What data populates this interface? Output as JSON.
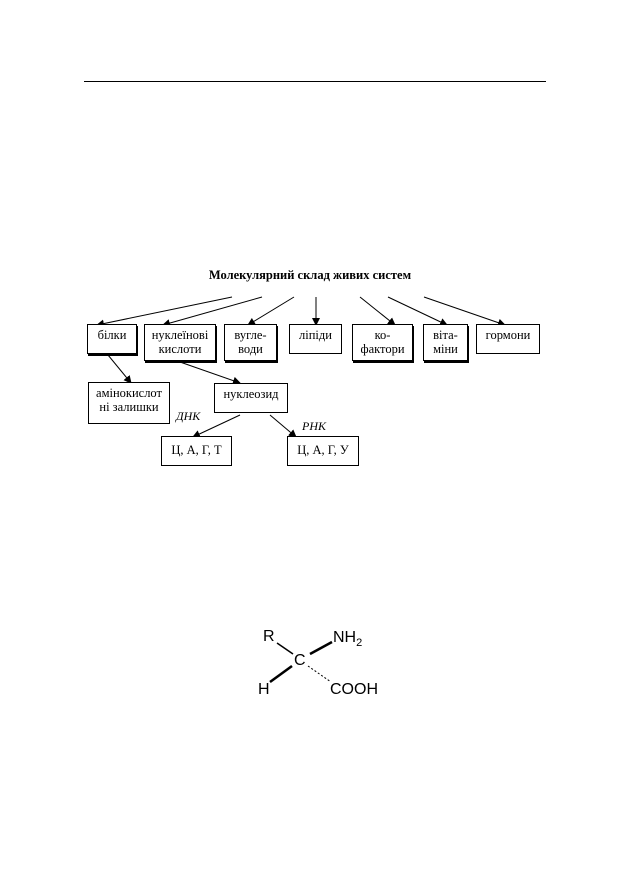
{
  "title": "Молекулярний склад живих систем",
  "categories": [
    {
      "key": "bilky",
      "label": "білки"
    },
    {
      "key": "nuclein",
      "label": "нуклеїнові кислоти"
    },
    {
      "key": "vugle",
      "label": "вугле-\nводи"
    },
    {
      "key": "lipidy",
      "label": "ліпіди"
    },
    {
      "key": "kofaktory",
      "label": "ко-\nфактори"
    },
    {
      "key": "vitaminy",
      "label": "віта-\nміни"
    },
    {
      "key": "hormony",
      "label": "гормони"
    }
  ],
  "sub": {
    "aminoacids": "амінокислот\nні залишки",
    "nucleoside": "нуклеозид",
    "dna_label": "ДНК",
    "rna_label": "РНК",
    "dna_bases": "Ц, А, Г, Т",
    "rna_bases": "Ц, А, Г, У"
  },
  "formula": {
    "r": "R",
    "c": "C",
    "h": "H",
    "nh": "NH",
    "nh_sub": "2",
    "cooh": "COOH"
  }
}
